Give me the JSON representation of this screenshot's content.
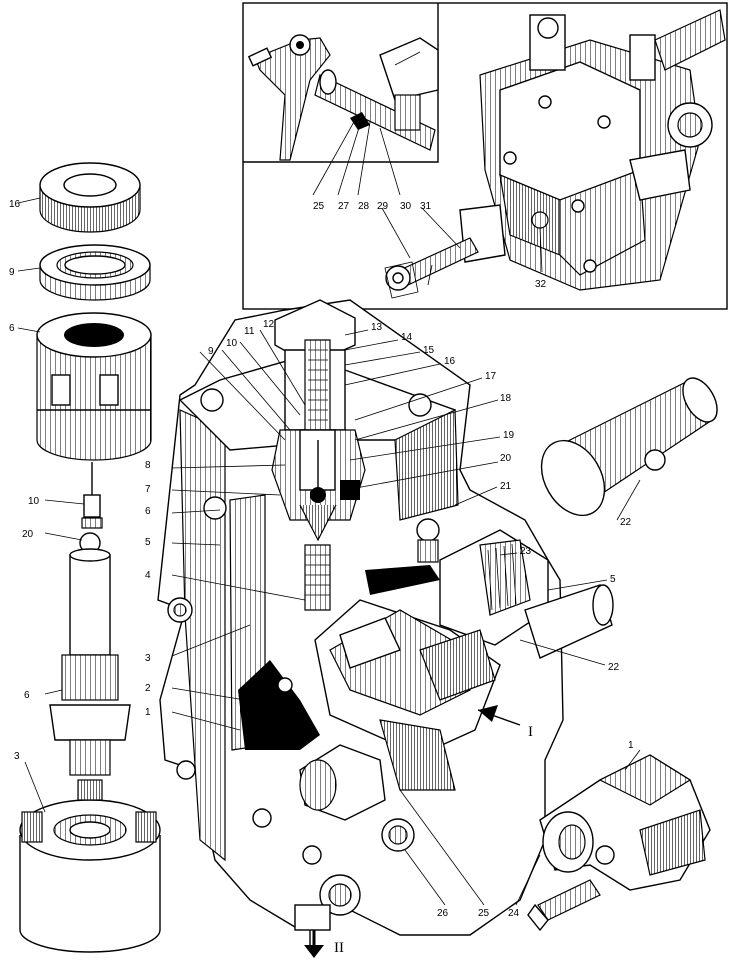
{
  "figure": {
    "inset_labels": [
      "25",
      "27",
      "28",
      "29",
      "30",
      "31",
      "32"
    ],
    "left_stack_labels": [
      "16",
      "9",
      "6",
      "10",
      "20",
      "6",
      "3"
    ],
    "main_left_labels": [
      "9",
      "10",
      "11",
      "12",
      "8",
      "7",
      "6",
      "5",
      "4",
      "3",
      "2",
      "1"
    ],
    "main_right_labels": [
      "13",
      "14",
      "15",
      "16",
      "17",
      "18",
      "19",
      "20",
      "21",
      "23",
      "5"
    ],
    "pin_label": "22",
    "shaft_label": "22",
    "lower_labels": [
      "26",
      "25",
      "24",
      "1"
    ],
    "flow_labels": [
      "I",
      "II"
    ]
  }
}
